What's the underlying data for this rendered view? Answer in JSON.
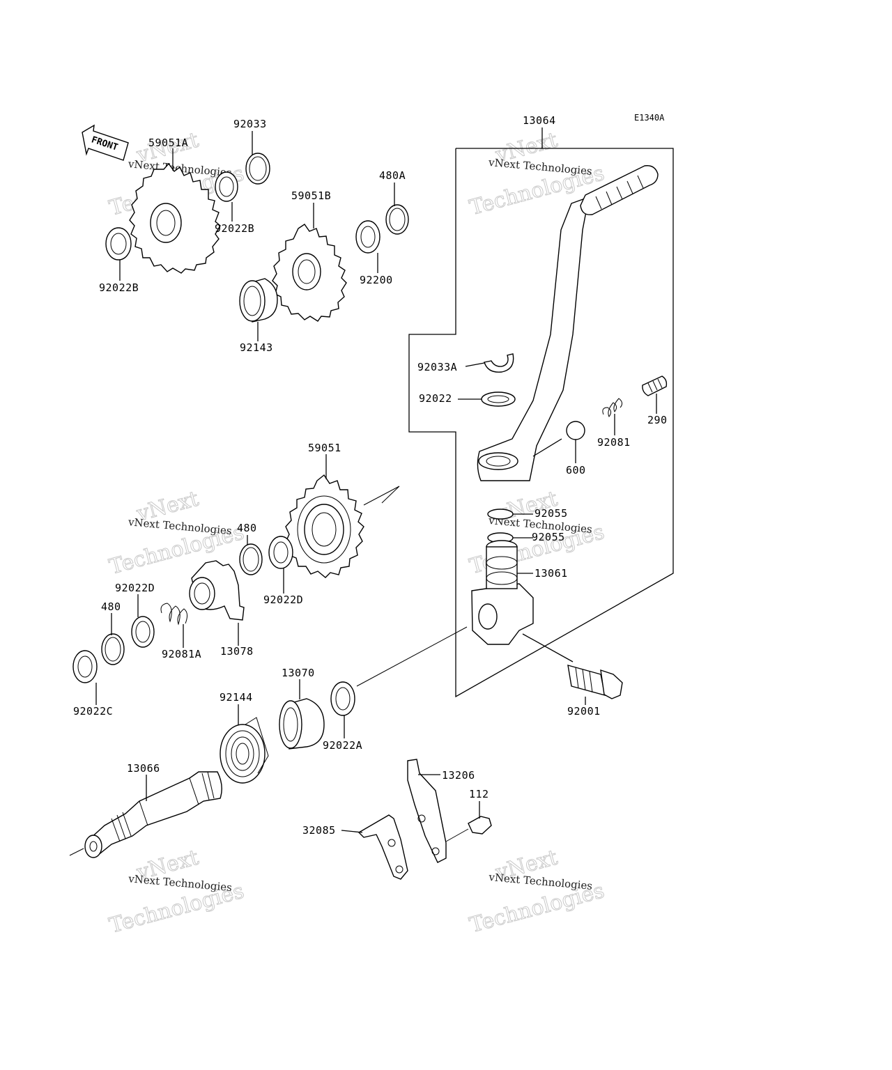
{
  "diagram_code": "E1340A",
  "front_arrow": {
    "label": "FRONT",
    "icon": "front-arrow-icon"
  },
  "watermark": {
    "line1": "vNext",
    "line2": "Technologies",
    "small": "vNext Technologies"
  },
  "parts": [
    {
      "number": "13064"
    },
    {
      "number": "59051A"
    },
    {
      "number": "92033"
    },
    {
      "number": "480A"
    },
    {
      "number": "59051B"
    },
    {
      "number": "92022B"
    },
    {
      "number": "92022B"
    },
    {
      "number": "92200"
    },
    {
      "number": "92143"
    },
    {
      "number": "92033A"
    },
    {
      "number": "92022"
    },
    {
      "number": "290"
    },
    {
      "number": "92081"
    },
    {
      "number": "600"
    },
    {
      "number": "59051"
    },
    {
      "number": "480"
    },
    {
      "number": "92055"
    },
    {
      "number": "92055"
    },
    {
      "number": "13061"
    },
    {
      "number": "92022D"
    },
    {
      "number": "92022D"
    },
    {
      "number": "480"
    },
    {
      "number": "92081A"
    },
    {
      "number": "13078"
    },
    {
      "number": "92022C"
    },
    {
      "number": "13070"
    },
    {
      "number": "92144"
    },
    {
      "number": "92001"
    },
    {
      "number": "92022A"
    },
    {
      "number": "13066"
    },
    {
      "number": "13206"
    },
    {
      "number": "112"
    },
    {
      "number": "32085"
    }
  ]
}
